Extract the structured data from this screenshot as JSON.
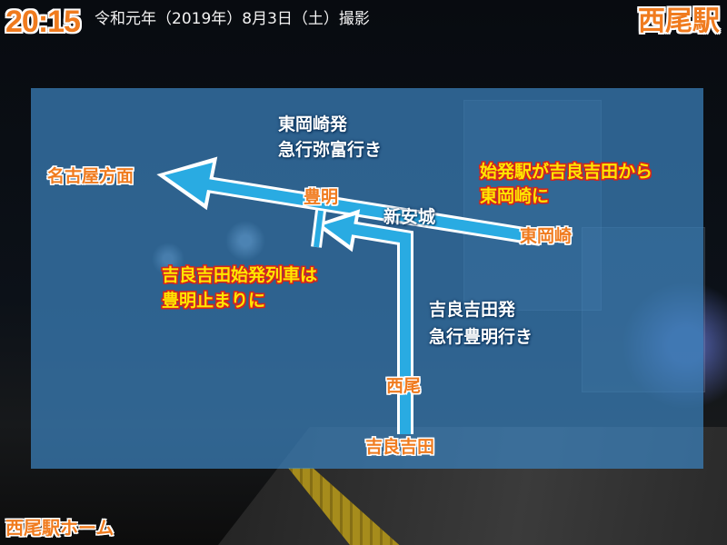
{
  "header": {
    "time": "20:15",
    "date": "令和元年（2019年）8月3日（土）撮影",
    "station": "西尾駅"
  },
  "caption": "西尾駅ホーム",
  "map": {
    "destination_nagoya": "名古屋方面",
    "stop_toyoake": "豊明",
    "stop_shin_anjo": "新安城",
    "stop_higashi_okazaki": "東岡崎",
    "stop_nishio": "西尾",
    "stop_kira_yoshida": "吉良吉田",
    "service_higashi_okazaki": [
      "東岡崎発",
      "急行弥富行き"
    ],
    "service_kira_yoshida": [
      "吉良吉田発",
      "急行豊明行き"
    ],
    "note_origin_change": [
      "始発駅が吉良吉田から",
      "東岡崎に"
    ],
    "note_terminus_change": [
      "吉良吉田始発列車は",
      "豊明止まりに"
    ]
  },
  "colors": {
    "panel": "#3c82be",
    "route_line": "#29abe2",
    "label_orange": "#f07b1e",
    "note_yellow": "#ffe600"
  }
}
